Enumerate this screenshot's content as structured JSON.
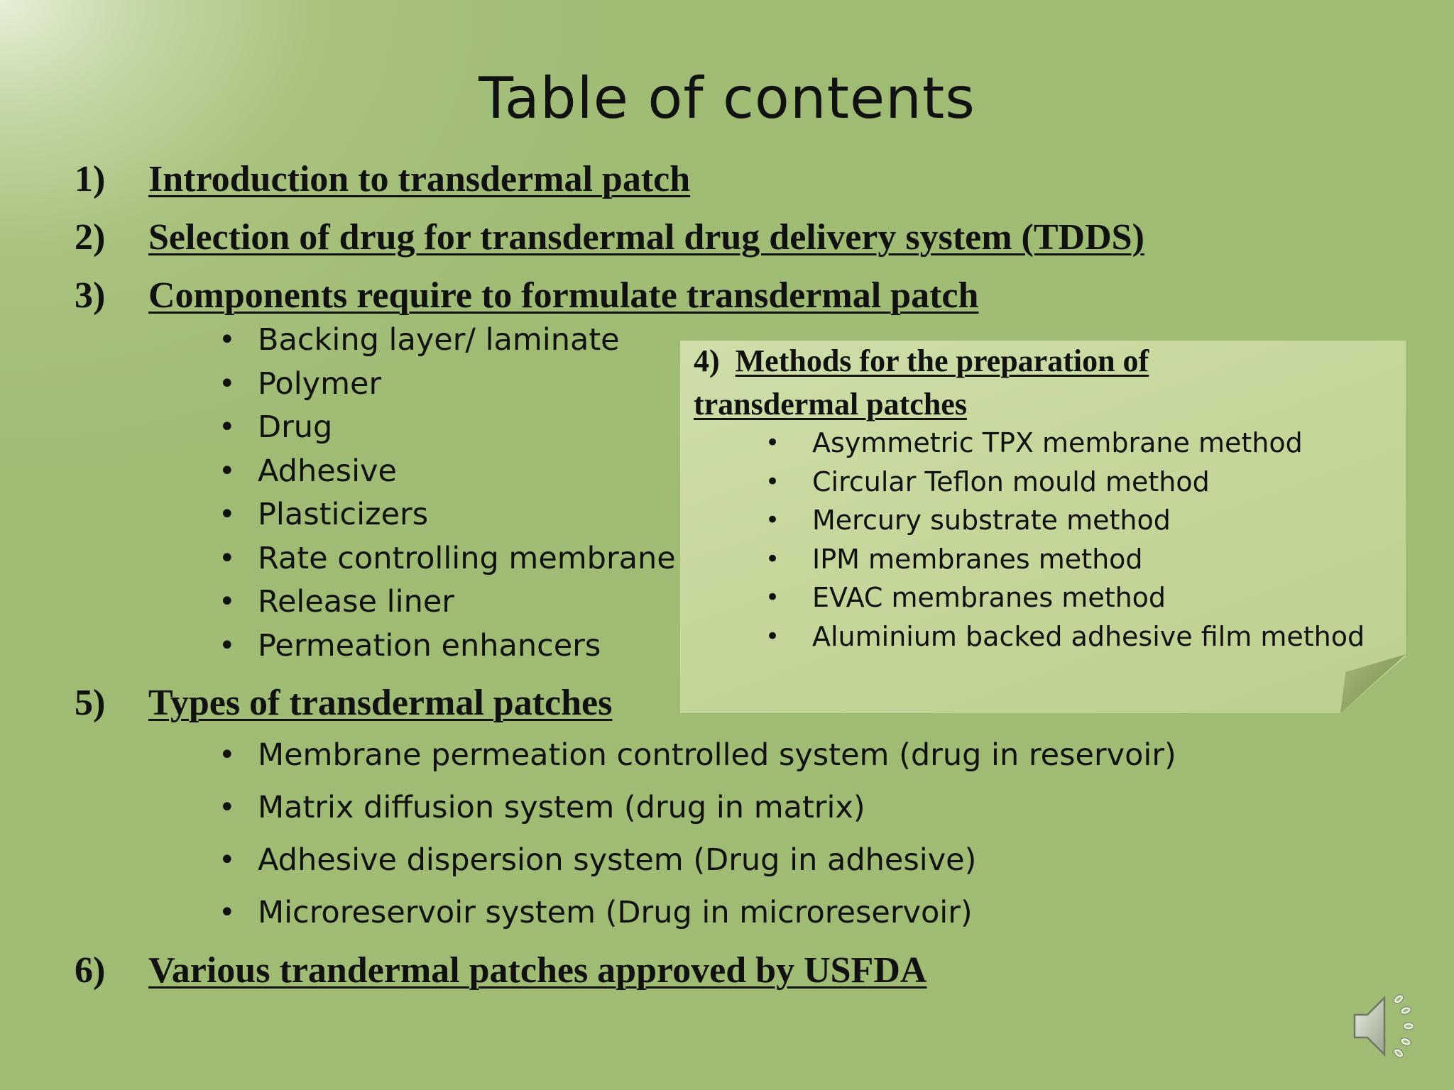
{
  "slide": {
    "title": "Table of contents",
    "sections": [
      {
        "number": "1)",
        "label": "Introduction to transdermal patch"
      },
      {
        "number": "2)",
        "label": "Selection of drug for transdermal drug delivery system (TDDS)"
      },
      {
        "number": "3)",
        "label": "Components require to formulate transdermal patch",
        "items": [
          "Backing layer/ laminate",
          "Polymer",
          "Drug",
          "Adhesive",
          "Plasticizers",
          "Rate controlling membrane",
          "Release liner",
          "Permeation enhancers"
        ]
      },
      {
        "number": "5)",
        "label": "Types of transdermal patches",
        "items": [
          "Membrane permeation controlled system (drug in reservoir)",
          "Matrix diffusion system (drug in matrix)",
          "Adhesive dispersion system (Drug in adhesive)",
          "Microreservoir system (Drug in microreservoir)"
        ]
      },
      {
        "number": "6)",
        "label": "Various trandermal patches approved by USFDA"
      }
    ],
    "note": {
      "number": "4)",
      "label_line1": "Methods for the preparation of",
      "label_line2": "transdermal patches",
      "items": [
        "Asymmetric TPX membrane method",
        "Circular Teflon mould method",
        "Mercury substrate method",
        "IPM membranes method",
        "EVAC membranes method",
        "Aluminium backed adhesive film method"
      ]
    },
    "audio_icon": "speaker-icon"
  }
}
